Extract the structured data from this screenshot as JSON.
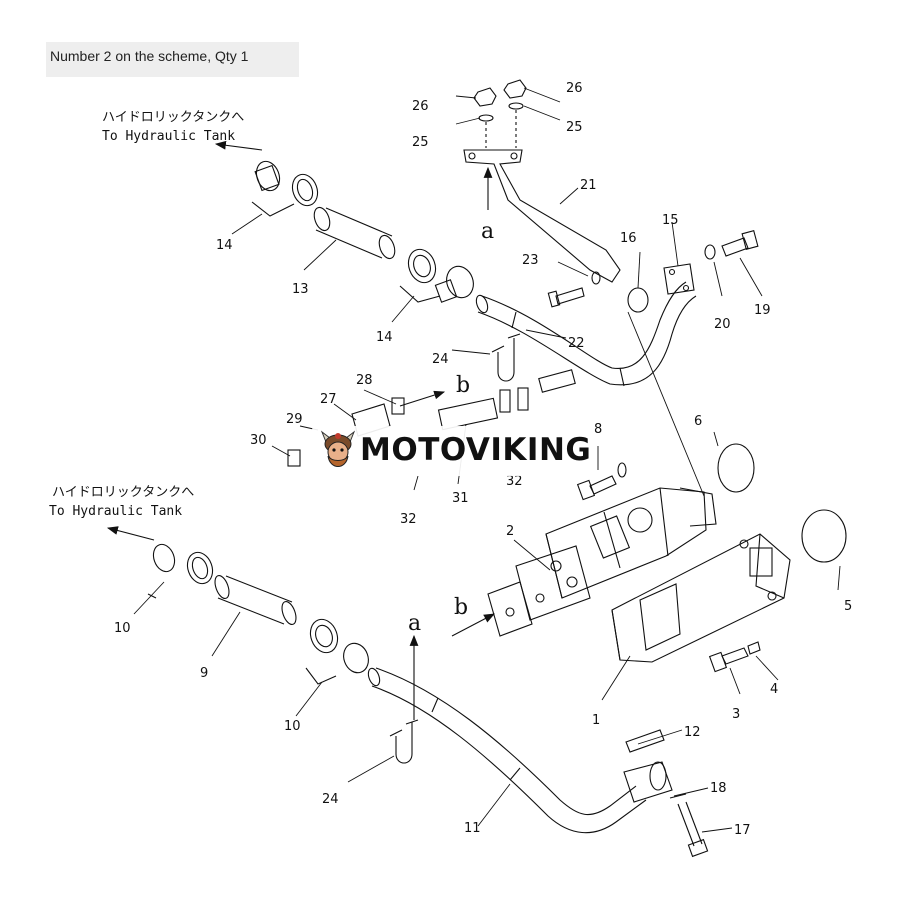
{
  "caption": "Number 2 on the scheme, Qty 1",
  "destination": {
    "jp": "ハイドロリックタンクへ",
    "en": "To Hydraulic Tank"
  },
  "arrow_letters": {
    "a": "a",
    "b": "b"
  },
  "watermark": {
    "text": "MOTOVIKING",
    "icon": "viking-mascot-icon"
  },
  "part_labels": [
    "1",
    "2",
    "3",
    "4",
    "5",
    "6",
    "8",
    "9",
    "10",
    "11",
    "12",
    "13",
    "14",
    "15",
    "16",
    "17",
    "18",
    "19",
    "20",
    "21",
    "22",
    "23",
    "24",
    "25",
    "26",
    "27",
    "28",
    "29",
    "30",
    "31",
    "32"
  ]
}
